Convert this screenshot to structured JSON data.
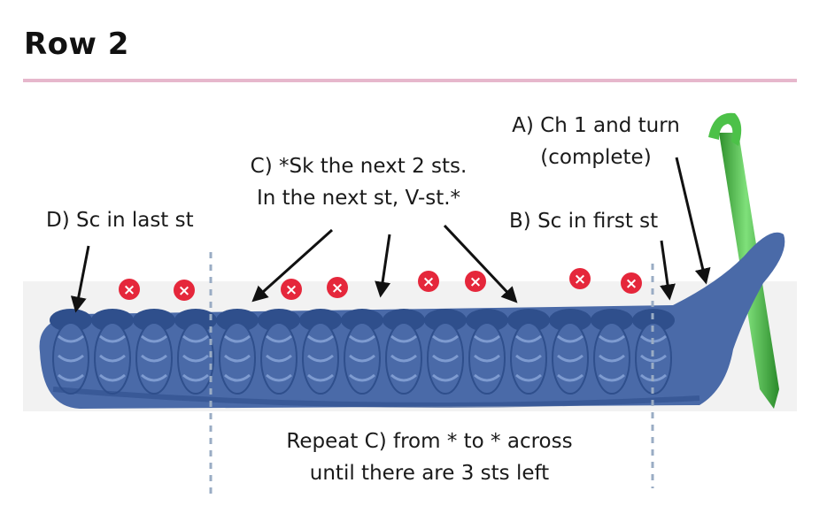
{
  "title": "Row 2",
  "labels": {
    "a_line1": "A) Ch 1 and turn",
    "a_line2": "(complete)",
    "b": "B) Sc in first st",
    "c_line1": "C) *Sk the next 2 sts.",
    "c_line2": "In the next st, V-st.*",
    "d": "D) Sc in last st",
    "repeat_line1": "Repeat C) from * to * across",
    "repeat_line2": "until there are 3 sts left"
  },
  "skip_markers": {
    "symbol": "×",
    "count": 8
  },
  "colors": {
    "accent_rule": "#e6b7cc",
    "yarn": "#4a6aa8",
    "yarn_dark": "#2f4f8c",
    "yarn_light": "#7e9bd0",
    "skip_marker": "#e5273b",
    "hook": "#3db43a",
    "divider": "#9aacc4",
    "photo_bg": "#f2f2f2"
  }
}
